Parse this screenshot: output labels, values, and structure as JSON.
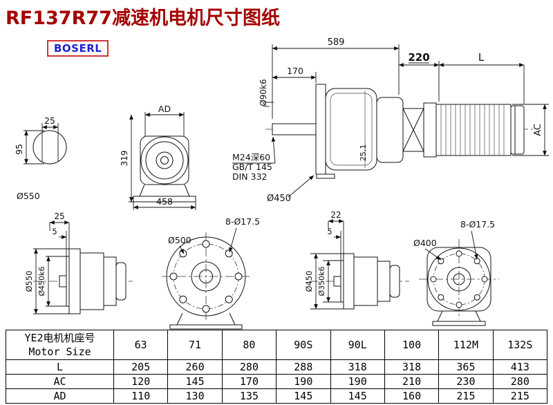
{
  "header": {
    "title": "RF137R77减速机电机尺寸图纸",
    "logo": "BOSERL"
  },
  "colors": {
    "title": "#a40000",
    "logo_text": "#1f1fd0",
    "logo_border": "#d03232",
    "dim_accent": "#7b3f00",
    "line": "#111111"
  },
  "views": {
    "shaft_section": {
      "dim_width": "25",
      "dim_height": "95",
      "dim_dia": "Ø550"
    },
    "gearbox_front": {
      "dim_top_width": "AD",
      "dim_height": "319",
      "dim_base_width": "458"
    },
    "assembly_side": {
      "dim_total_length": "589",
      "dim_shaft_length": "170",
      "dim_shaft_dia": "Ø90k6",
      "note_thread": "M24深60",
      "note_std1": "GB/T 145",
      "note_std2": "DIN 332",
      "dim_flange_dia": "Ø450",
      "dim_key": "25,1",
      "dim_adapter": "220",
      "dim_motor_length": "L",
      "dim_motor_dia": "AC"
    },
    "flange_side_large": {
      "dim_thickness": "25",
      "dim_spigot_depth": "5",
      "dim_od": "Ø550",
      "dim_spigot": "Ø450k6"
    },
    "flange_face_large": {
      "dim_bolt_circle": "Ø500",
      "dim_holes": "8-Ø17.5"
    },
    "flange_side_small": {
      "dim_thickness": "22",
      "dim_spigot_depth": "5",
      "dim_od": "Ø450",
      "dim_spigot": "Ø350k6"
    },
    "flange_face_small": {
      "dim_bolt_circle": "Ø400",
      "dim_holes": "8-Ø17.5"
    }
  },
  "table": {
    "row_header_cn": "YE2电机机座号",
    "row_header_en": "Motor Size",
    "sizes": [
      "63",
      "71",
      "80",
      "90S",
      "90L",
      "100",
      "112M",
      "132S"
    ],
    "rows": [
      {
        "label": "L",
        "values": [
          "205",
          "260",
          "280",
          "288",
          "318",
          "318",
          "365",
          "413"
        ]
      },
      {
        "label": "AC",
        "values": [
          "120",
          "145",
          "170",
          "190",
          "190",
          "210",
          "230",
          "280"
        ]
      },
      {
        "label": "AD",
        "values": [
          "110",
          "130",
          "135",
          "145",
          "145",
          "160",
          "215",
          "215"
        ]
      }
    ]
  }
}
